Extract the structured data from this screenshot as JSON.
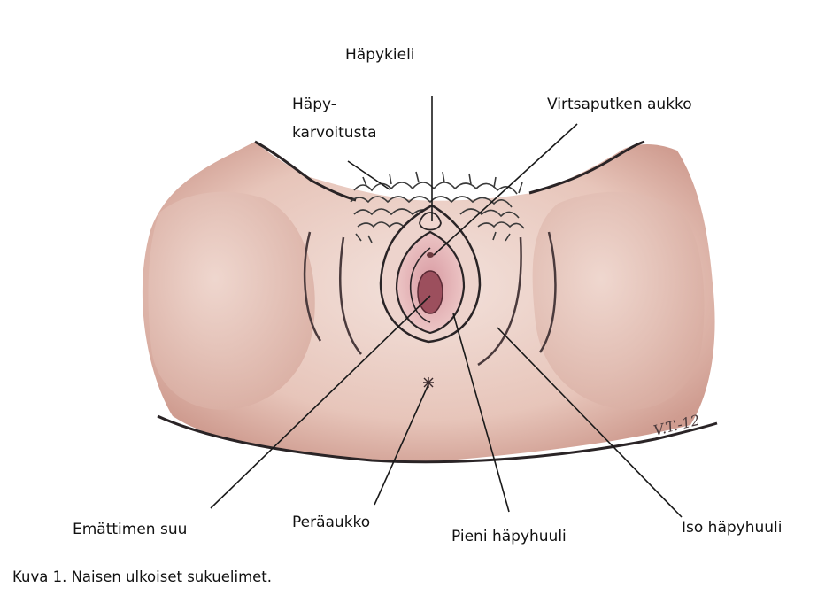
{
  "labels": {
    "clitoris": "Häpykieli",
    "pubic_hair_line1": "Häpy-",
    "pubic_hair_line2": "karvoitusta",
    "urethral_opening": "Virtsaputken aukko",
    "vaginal_opening": "Emättimen suu",
    "anus": "Peräaukko",
    "labia_minora": "Pieni häpyhuuli",
    "labia_majora": "Iso häpyhuuli"
  },
  "signature": "V.T.-12",
  "caption": "Kuva 1. Naisen ulkoiset sukuelimet.",
  "colors": {
    "skin": "#e4bcb0",
    "skin_shadow": "#b98579",
    "outline": "#2a2426",
    "hair": "#3a3a3a",
    "inner": "#9c4f5d"
  }
}
